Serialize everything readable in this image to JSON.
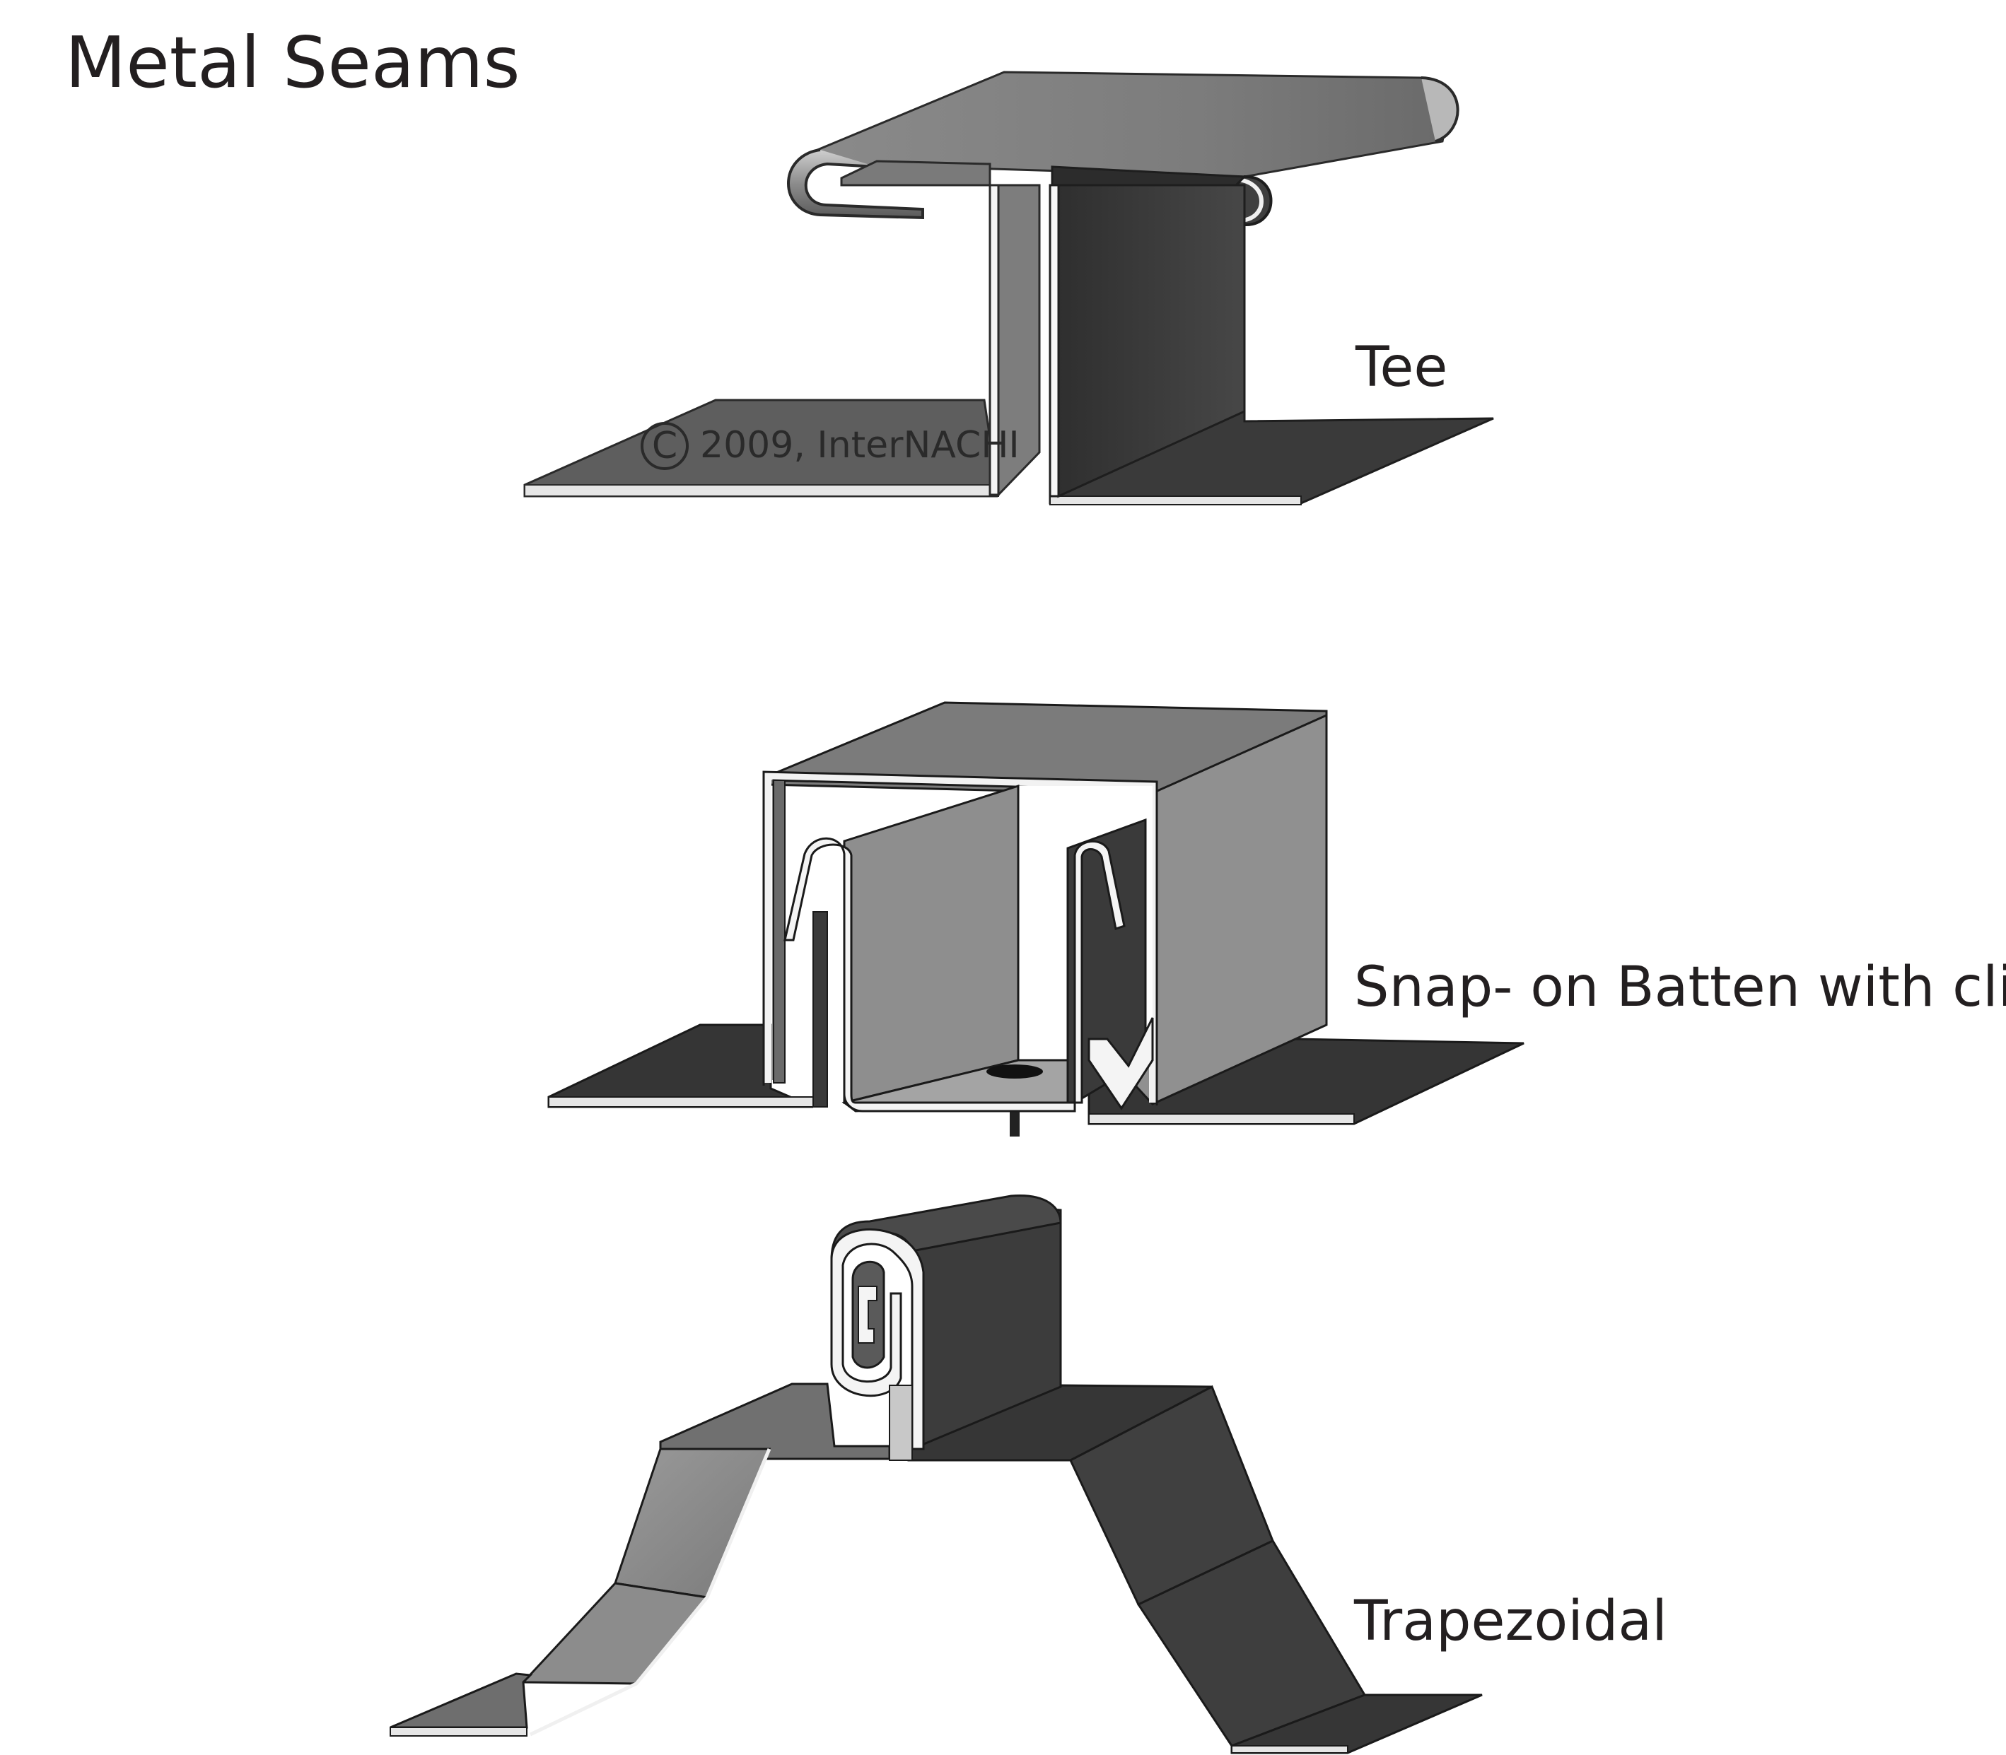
{
  "title": "Metal Seams",
  "copyright": "2009, InterNACHI",
  "seams": [
    {
      "id": "tee",
      "label": "Tee"
    },
    {
      "id": "snap-on-batten",
      "label": "Snap- on Batten with clip"
    },
    {
      "id": "trapezoidal",
      "label": "Trapezoidal"
    }
  ],
  "colors": {
    "background": "#ffffff",
    "text": "#231f20",
    "metal_light": "#8c8c8c",
    "metal_mid": "#6e6e6e",
    "metal_dark": "#3c3c3c",
    "metal_edge": "#f2f2f2"
  }
}
